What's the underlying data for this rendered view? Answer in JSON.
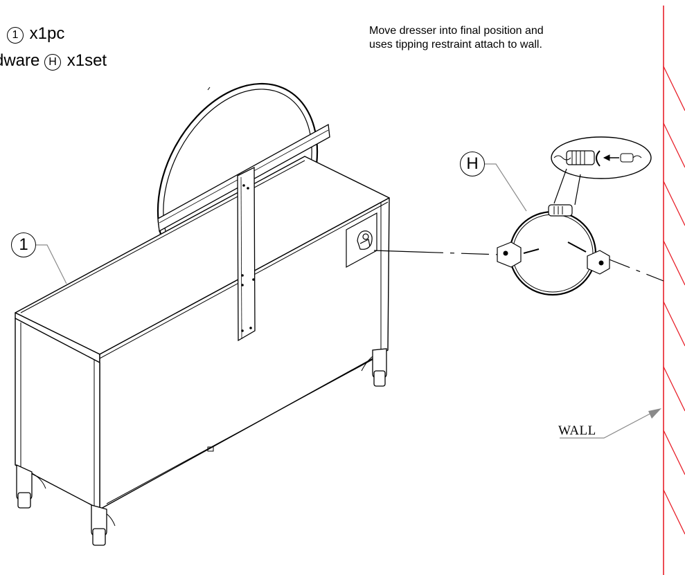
{
  "parts_list": {
    "item_1": {
      "part_number": "1",
      "quantity": "x1pc"
    },
    "item_2": {
      "prefix": "dware",
      "part_letter": "H",
      "quantity": "x1set"
    }
  },
  "instructions": {
    "line1": "Move dresser into final position and",
    "line2": "uses tipping restraint attach to wall."
  },
  "callouts": {
    "dresser": "1",
    "hardware": "H"
  },
  "wall_label": "WALL",
  "colors": {
    "wall_line": "#e8202a",
    "leader_gray": "#8a8a8a",
    "ink": "#000000"
  }
}
